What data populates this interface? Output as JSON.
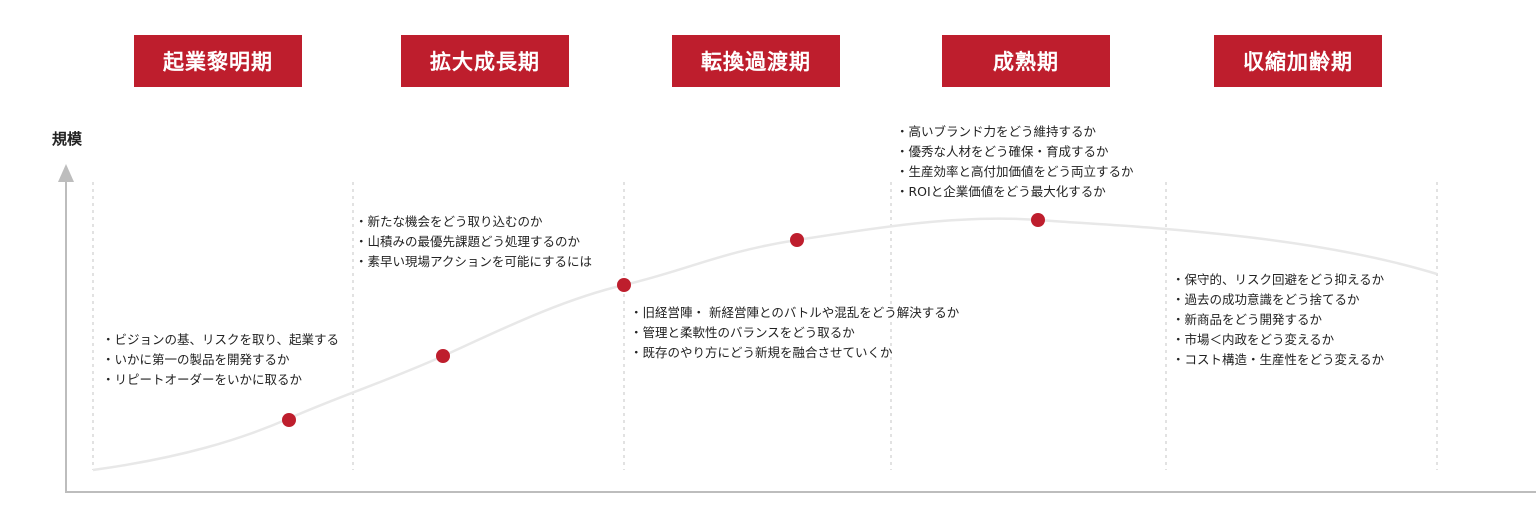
{
  "phases": [
    {
      "label": "起業黎明期",
      "bullets": [
        "・ビジョンの基、リスクを取り、起業する",
        "・いかに第一の製品を開発するか",
        "・リピートオーダーをいかに取るか"
      ]
    },
    {
      "label": "拡大成長期",
      "bullets": [
        "・新たな機会をどう取り込むのか",
        "・山積みの最優先課題どう処理するのか",
        "・素早い現場アクションを可能にするには"
      ]
    },
    {
      "label": "転換過渡期",
      "bullets": [
        "・旧経営陣・ 新経営陣とのバトルや混乱をどう解決するか",
        "・管理と柔軟性のバランスをどう取るか",
        "・既存のやり方にどう新規を融合させていくか"
      ]
    },
    {
      "label": "成熟期",
      "bullets": [
        "・高いブランド力をどう維持するか",
        "・優秀な人材をどう確保・育成するか",
        "・生産効率と高付加価値をどう両立するか",
        "・ROIと企業価値をどう最大化するか"
      ]
    },
    {
      "label": "収縮加齢期",
      "bullets": [
        "・保守的、リスク回避をどう抑えるか",
        "・過去の成功意識をどう捨てるか",
        "・新商品をどう開発するか",
        "・市場＜内政をどう変えるか",
        "・コスト構造・生産性をどう変えるか"
      ]
    }
  ],
  "y_axis_label": "規模",
  "colors": {
    "accent": "#be1e2d",
    "curve": "#e8e8e8",
    "axis": "#bdbdbd",
    "divider": "#d6d6d6"
  }
}
